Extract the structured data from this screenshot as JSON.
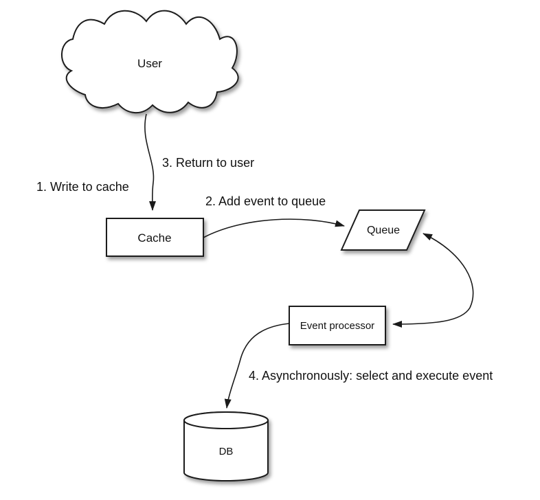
{
  "diagram": {
    "type": "flow-diagram",
    "description_labels": {
      "step1": "1. Write to cache",
      "step2": "2. Add event to queue",
      "step3": "3. Return to user",
      "step4": "4. Asynchronously: select and execute event"
    },
    "nodes": [
      {
        "id": "user",
        "label": "User",
        "shape": "cloud"
      },
      {
        "id": "cache",
        "label": "Cache",
        "shape": "rectangle"
      },
      {
        "id": "queue",
        "label": "Queue",
        "shape": "parallelogram"
      },
      {
        "id": "event_processor",
        "label": "Event processor",
        "shape": "rectangle"
      },
      {
        "id": "db",
        "label": "DB",
        "shape": "cylinder"
      }
    ],
    "edges": [
      {
        "from": "user",
        "to": "cache",
        "label_ref": "step1",
        "arrow": "single"
      },
      {
        "from": "cache",
        "to": "queue",
        "label_ref": "step2",
        "arrow": "single"
      },
      {
        "from": "user",
        "to": "cache",
        "label_ref": "step3",
        "arrow": "single",
        "note": "same connector annotated with return step"
      },
      {
        "from": "queue",
        "to": "event_processor",
        "label_ref": "step4",
        "arrow": "double"
      },
      {
        "from": "event_processor",
        "to": "db",
        "label_ref": "step4",
        "arrow": "single"
      }
    ],
    "colors": {
      "stroke": "#1a1a1a",
      "fill": "#ffffff",
      "text": "#111111",
      "background": "#ffffff"
    }
  }
}
